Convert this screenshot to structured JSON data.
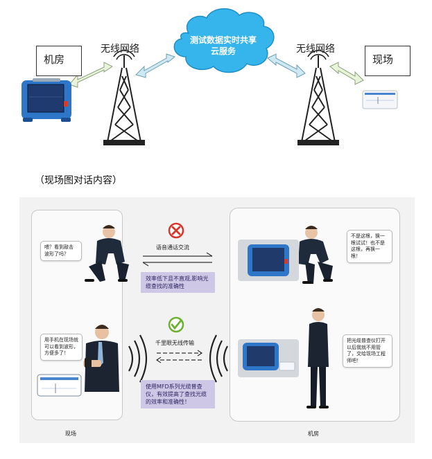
{
  "top_diagram": {
    "cloud_text_line1": "测试数据实时共享",
    "cloud_text_line2": "云服务",
    "left_box_label": "机房",
    "right_box_label": "现场",
    "left_network_label": "无线网络",
    "right_network_label": "无线网络",
    "colors": {
      "cloud": "#36b4ec",
      "arrow_fill": "#d6efe2",
      "tower": "#222222"
    }
  },
  "caption": "（现场图对话内容）",
  "scenario": {
    "bubble_1": "喂？看到敲击波形了吗？",
    "bubble_2": "用手机在现场就可以看到波形，方便多了！",
    "bubble_3": "不是这根，换一根试试！也不是这根，再换一根！",
    "bubble_4": "把光缆普查仪打开以后我就不用管了，交给现场工程师吧！",
    "voice_label": "语音通话交流",
    "voice_box": "效率低下且不直观,影响光缆查找的准确性",
    "wireless_label": "千里眼无线传输",
    "wireless_box": "使用MFD系列光缆普查仪，有效提高了查找光缆的效率和准确性！",
    "footer_left": "现场",
    "footer_right": "机房",
    "colors": {
      "x_icon": "#d7362a",
      "check_icon": "#6ab12f",
      "purple_box": "#cfc7e6"
    }
  }
}
